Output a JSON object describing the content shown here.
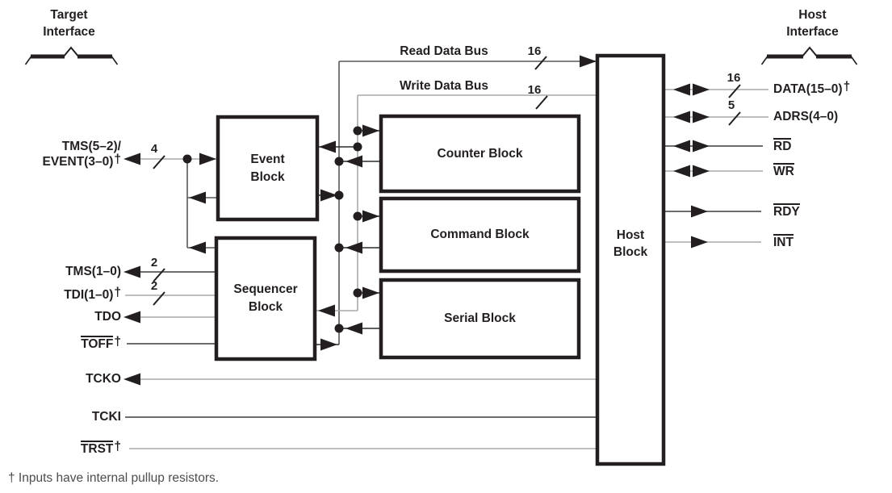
{
  "target_interface": {
    "line1": "Target",
    "line2": "Interface",
    "signals": [
      {
        "line1": "TMS(5–2)/",
        "line2": "EVENT(3–0)",
        "dagger": "†",
        "width": "4"
      },
      {
        "label": "TMS(1–0)",
        "width": "2"
      },
      {
        "label": "TDI(1–0)",
        "dagger": "†",
        "width": "2"
      },
      {
        "label": "TDO"
      },
      {
        "label": "TOFF",
        "overline": true,
        "dagger": "†"
      },
      {
        "label": "TCKO"
      },
      {
        "label": "TCKI"
      },
      {
        "label": "TRST",
        "overline": true,
        "dagger": "†"
      }
    ]
  },
  "host_interface": {
    "line1": "Host",
    "line2": "Interface",
    "signals": [
      {
        "label": "DATA(15–0)",
        "dagger": "†",
        "width": "16"
      },
      {
        "label": "ADRS(4–0)",
        "width": "5"
      },
      {
        "label": "RD",
        "overline": true
      },
      {
        "label": "WR",
        "overline": true
      },
      {
        "label": "RDY",
        "overline": true
      },
      {
        "label": "INT",
        "overline": true
      }
    ]
  },
  "buses": {
    "read": {
      "label": "Read Data Bus",
      "width": "16"
    },
    "write": {
      "label": "Write Data Bus",
      "width": "16"
    }
  },
  "blocks": {
    "event": {
      "line1": "Event",
      "line2": "Block"
    },
    "sequencer": {
      "line1": "Sequencer",
      "line2": "Block"
    },
    "counter": {
      "label": "Counter Block"
    },
    "command": {
      "label": "Command Block"
    },
    "serial": {
      "label": "Serial Block"
    },
    "host": {
      "line1": "Host",
      "line2": "Block"
    }
  },
  "footnote": "† Inputs have internal pullup resistors.",
  "colors": {
    "ink": "#231f20",
    "line_dark": "#58595b",
    "line_gray": "#a7a8aa"
  }
}
